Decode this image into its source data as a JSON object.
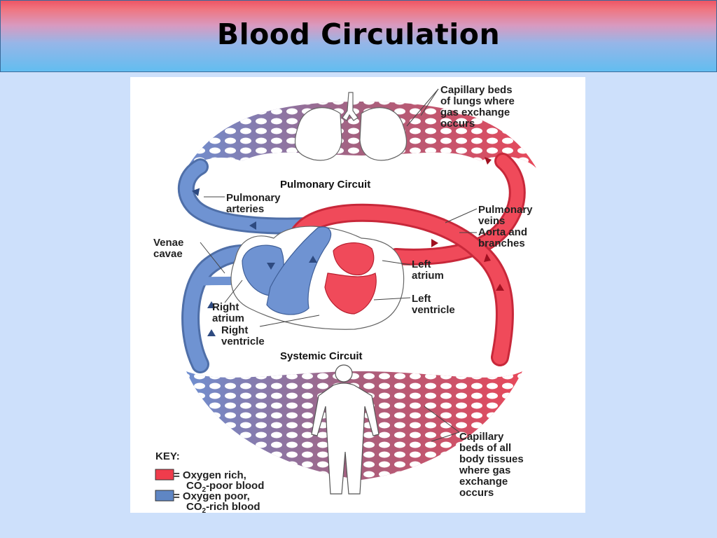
{
  "title": "Blood Circulation",
  "colors": {
    "oxygen_rich": "#f03c4c",
    "oxygen_poor": "#5f86c4",
    "title_top": "#ee5565",
    "title_bottom": "#62bdf0",
    "background": "#cde0fb"
  },
  "diagram": {
    "headings": {
      "pulmonary_circuit": "Pulmonary Circuit",
      "systemic_circuit": "Systemic Circuit"
    },
    "labels": {
      "capillary_lungs": [
        "Capillary beds",
        "of lungs where",
        "gas exchange",
        "occurs"
      ],
      "pulmonary_arteries": [
        "Pulmonary",
        "arteries"
      ],
      "pulmonary_veins": [
        "Pulmonary",
        "veins"
      ],
      "aorta": [
        "Aorta and",
        "branches"
      ],
      "venae_cavae": [
        "Venae",
        "cavae"
      ],
      "left_atrium": [
        "Left",
        "atrium"
      ],
      "left_ventricle": [
        "Left",
        "ventricle"
      ],
      "right_atrium": [
        "Right",
        "atrium"
      ],
      "right_ventricle": [
        "Right",
        "ventricle"
      ],
      "capillary_body": [
        "Capillary",
        "beds of all",
        "body tissues",
        "where gas",
        "exchange",
        "occurs"
      ]
    },
    "key": {
      "title": "KEY:",
      "oxygen_rich": {
        "line1": "= Oxygen rich,",
        "line2_pre": "CO",
        "line2_sub": "2",
        "line2_post": "-poor blood"
      },
      "oxygen_poor": {
        "line1": "= Oxygen poor,",
        "line2_pre": "CO",
        "line2_sub": "2",
        "line2_post": "-rich blood"
      }
    }
  }
}
